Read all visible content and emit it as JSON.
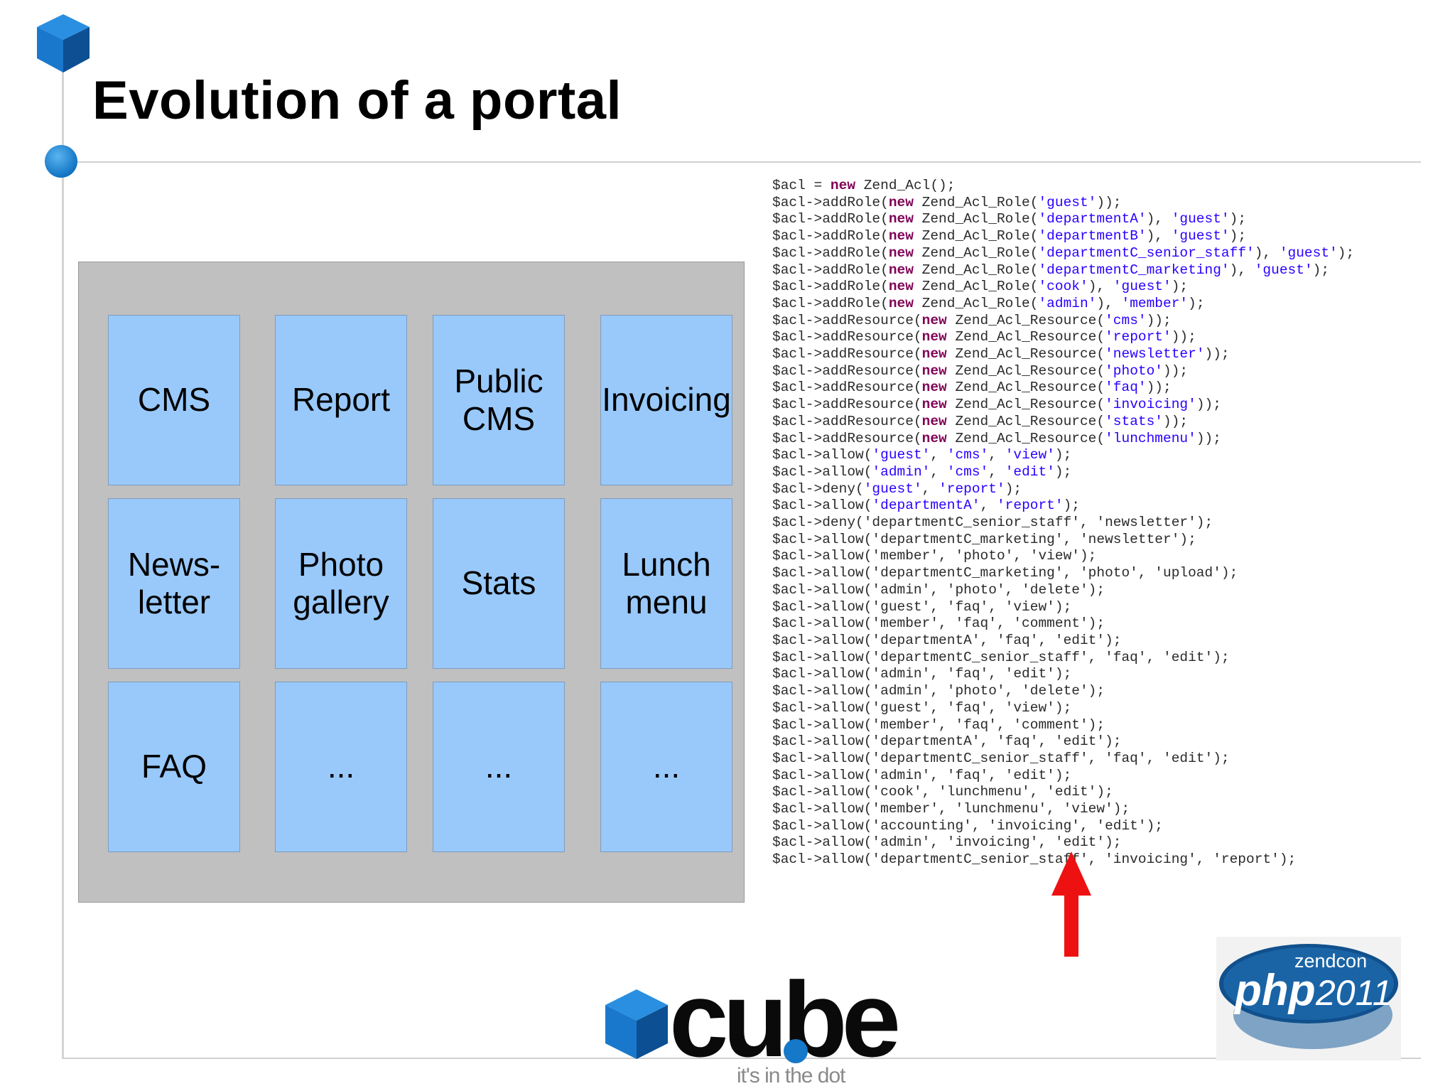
{
  "slide": {
    "title": "Evolution of a portal"
  },
  "modules": [
    {
      "label": "CMS"
    },
    {
      "label": "Report"
    },
    {
      "label": "Public\nCMS"
    },
    {
      "label": "Invoicing"
    },
    {
      "label": "News-\nletter"
    },
    {
      "label": "Photo\ngallery"
    },
    {
      "label": "Stats"
    },
    {
      "label": "Lunch\nmenu"
    },
    {
      "label": "FAQ"
    },
    {
      "label": "..."
    },
    {
      "label": "..."
    },
    {
      "label": "..."
    }
  ],
  "code": {
    "lines": [
      "$acl = new Zend_Acl();",
      "$acl->addRole(new Zend_Acl_Role('guest'));",
      "$acl->addRole(new Zend_Acl_Role('departmentA'), 'guest');",
      "$acl->addRole(new Zend_Acl_Role('departmentB'), 'guest');",
      "$acl->addRole(new Zend_Acl_Role('departmentC_senior_staff'), 'guest');",
      "$acl->addRole(new Zend_Acl_Role('departmentC_marketing'), 'guest');",
      "$acl->addRole(new Zend_Acl_Role('cook'), 'guest');",
      "$acl->addRole(new Zend_Acl_Role('admin'), 'member');",
      "$acl->addResource(new Zend_Acl_Resource('cms'));",
      "$acl->addResource(new Zend_Acl_Resource('report'));",
      "$acl->addResource(new Zend_Acl_Resource('newsletter'));",
      "$acl->addResource(new Zend_Acl_Resource('photo'));",
      "$acl->addResource(new Zend_Acl_Resource('faq'));",
      "$acl->addResource(new Zend_Acl_Resource('invoicing'));",
      "$acl->addResource(new Zend_Acl_Resource('stats'));",
      "$acl->addResource(new Zend_Acl_Resource('lunchmenu'));",
      "$acl->allow('guest', 'cms', 'view');",
      "$acl->allow('admin', 'cms', 'edit');",
      "$acl->deny('guest', 'report');",
      "$acl->allow('departmentA', 'report');",
      "$acl->deny('departmentC_senior_staff', 'newsletter');",
      "$acl->allow('departmentC_marketing', 'newsletter');",
      "$acl->allow('member', 'photo', 'view');",
      "$acl->allow('departmentC_marketing', 'photo', 'upload');",
      "$acl->allow('admin', 'photo', 'delete');",
      "$acl->allow('guest', 'faq', 'view');",
      "$acl->allow('member', 'faq', 'comment');",
      "$acl->allow('departmentA', 'faq', 'edit');",
      "$acl->allow('departmentC_senior_staff', 'faq', 'edit');",
      "$acl->allow('admin', 'faq', 'edit');",
      "$acl->allow('admin', 'photo', 'delete');",
      "$acl->allow('guest', 'faq', 'view');",
      "$acl->allow('member', 'faq', 'comment');",
      "$acl->allow('departmentA', 'faq', 'edit');",
      "$acl->allow('departmentC_senior_staff', 'faq', 'edit');",
      "$acl->allow('admin', 'faq', 'edit');",
      "$acl->allow('cook', 'lunchmenu', 'edit');",
      "$acl->allow('member', 'lunchmenu', 'view');",
      "$acl->allow('accounting', 'invoicing', 'edit');",
      "$acl->allow('admin', 'invoicing', 'edit');",
      "$acl->allow('departmentC_senior_staff', 'invoicing', 'report');"
    ],
    "highlight_upto_line": 19
  },
  "logos": {
    "cube_wordmark": "cube",
    "cube_tagline": "it's in the dot",
    "php_zendcon": "zendcon",
    "php_main": "php",
    "php_year": "2011"
  },
  "colors": {
    "module_fill": "#99c9fb",
    "panel_fill": "#c0c0c0",
    "keyword": "#7f0055",
    "string": "#2a00ff",
    "arrow": "#ee1111",
    "cube_blue": "#1578c8"
  }
}
